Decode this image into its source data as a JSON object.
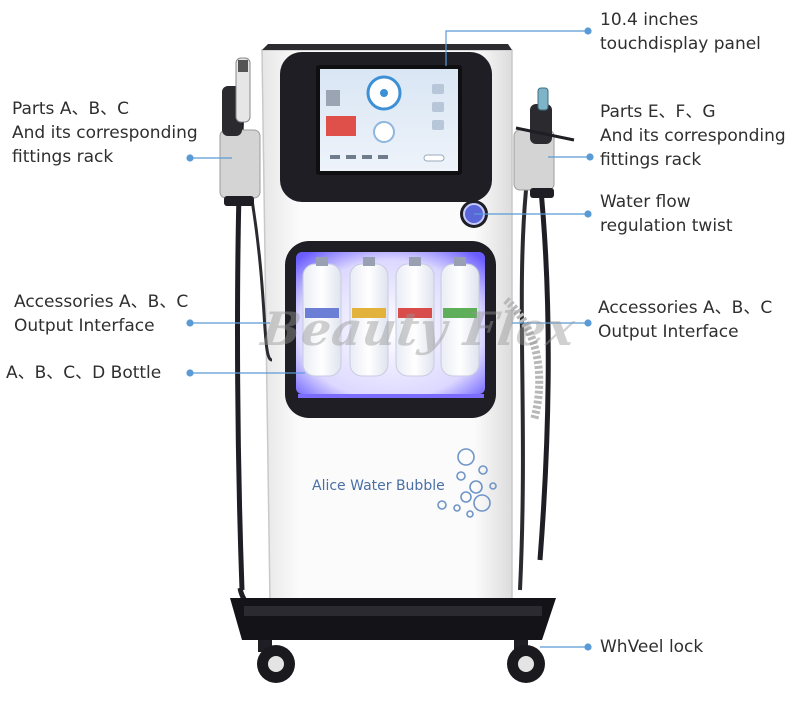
{
  "machine": {
    "brand_text": "Alice Water Bubble",
    "watermark": "Beauty Flex"
  },
  "colors": {
    "leader_line": "#5b9bd5",
    "frame_dark": "#1e1e24",
    "body_white": "#f7f7f7",
    "bottle_glow": "#6a5cff",
    "brand_text": "#4a6fa5",
    "label_text": "#2f2f2f"
  },
  "callouts": [
    {
      "id": "touch-panel",
      "lines": [
        "10.4 inches",
        "touchdisplay panel"
      ]
    },
    {
      "id": "parts-abc",
      "lines": [
        "Parts A、B、C",
        "And its corresponding",
        "fittings rack"
      ]
    },
    {
      "id": "parts-efg",
      "lines": [
        "Parts E、F、G",
        "And its corresponding",
        "fittings rack"
      ]
    },
    {
      "id": "water-flow",
      "lines": [
        "Water flow",
        "regulation twist"
      ]
    },
    {
      "id": "accessories-left",
      "lines": [
        "Accessories A、B、C",
        "Output Interface"
      ]
    },
    {
      "id": "accessories-right",
      "lines": [
        "Accessories A、B、C",
        "Output Interface"
      ]
    },
    {
      "id": "bottles",
      "lines": [
        "A、B、C、D Bottle"
      ]
    },
    {
      "id": "wheel-lock",
      "lines": [
        "WhVeel lock"
      ]
    }
  ]
}
